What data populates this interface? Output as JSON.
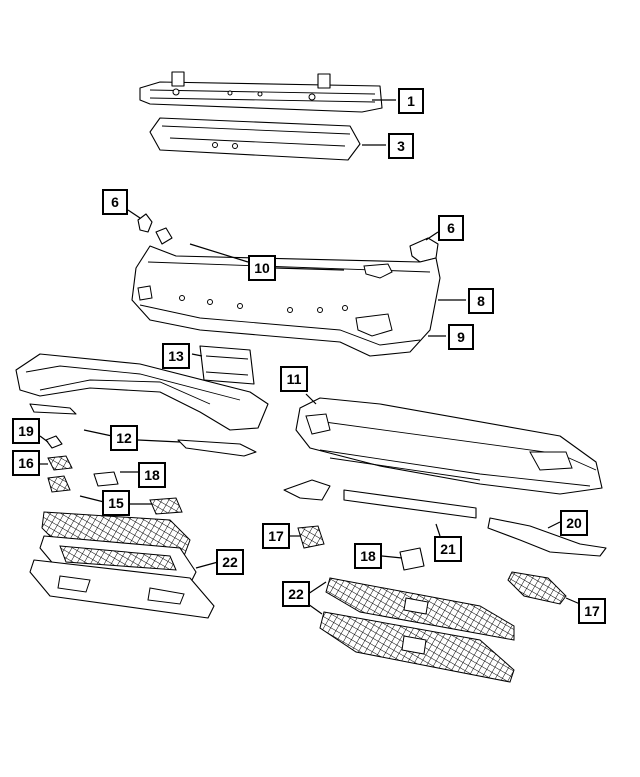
{
  "callouts": [
    {
      "id": "c1",
      "label": "1"
    },
    {
      "id": "c3",
      "label": "3"
    },
    {
      "id": "c6a",
      "label": "6"
    },
    {
      "id": "c6b",
      "label": "6"
    },
    {
      "id": "c10",
      "label": "10"
    },
    {
      "id": "c8",
      "label": "8"
    },
    {
      "id": "c9",
      "label": "9"
    },
    {
      "id": "c13",
      "label": "13"
    },
    {
      "id": "c11",
      "label": "11"
    },
    {
      "id": "c19",
      "label": "19"
    },
    {
      "id": "c12",
      "label": "12"
    },
    {
      "id": "c16",
      "label": "16"
    },
    {
      "id": "c18a",
      "label": "18"
    },
    {
      "id": "c15",
      "label": "15"
    },
    {
      "id": "c17a",
      "label": "17"
    },
    {
      "id": "c20",
      "label": "20"
    },
    {
      "id": "c21",
      "label": "21"
    },
    {
      "id": "c18b",
      "label": "18"
    },
    {
      "id": "c22a",
      "label": "22"
    },
    {
      "id": "c22b",
      "label": "22"
    },
    {
      "id": "c17b",
      "label": "17"
    }
  ]
}
